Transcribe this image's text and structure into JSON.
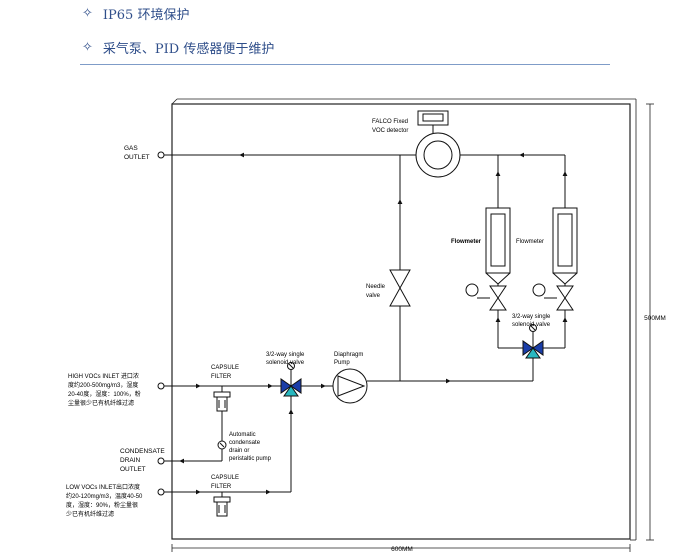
{
  "bullets": [
    {
      "symbol": "✧",
      "text": "IP65 环境保护"
    },
    {
      "symbol": "✧",
      "text": "采气泵、PID 传感器便于维护"
    }
  ],
  "diagram": {
    "detector_label_1": "FALCO Fixed",
    "detector_label_2": "VOC detector",
    "gas_outlet_1": "GAS",
    "gas_outlet_2": "OUTLET",
    "flowmeter_1": "Flowmeter",
    "flowmeter_2": "Flowmeter",
    "needle_valve_1": "Needle",
    "needle_valve_2": "valve",
    "solenoid_right_1": "3/2-way single",
    "solenoid_right_2": "solenoid valve",
    "solenoid_left_1": "3/2-way single",
    "solenoid_left_2": "solenoid valve",
    "pump_1": "Diaphragm",
    "pump_2": "Pump",
    "capsule_filter_1a": "CAPSULE",
    "capsule_filter_1b": "FILTER",
    "capsule_filter_2a": "CAPSULE",
    "capsule_filter_2b": "FILTER",
    "high_inlet": [
      "HIGH VOCs INLET 进口浓",
      "度约200-500mg/m3，湿度",
      "20-40度，湿度：100%，粉",
      "尘量很少已有机纤维过滤"
    ],
    "low_inlet": [
      "LOW VOCs INLET出口浓度",
      "约20-120mg/m3，温度40-50",
      "度，湿度：90%，粉尘量很",
      "少已有机纤维过滤"
    ],
    "condensate": [
      "CONDENSATE",
      "DRAIN",
      "OUTLET"
    ],
    "auto_drain": [
      "Automatic",
      "condensate",
      "drain or",
      "peristaltic pump"
    ],
    "dim_vertical": "500MM",
    "dim_horizontal": "600MM"
  }
}
